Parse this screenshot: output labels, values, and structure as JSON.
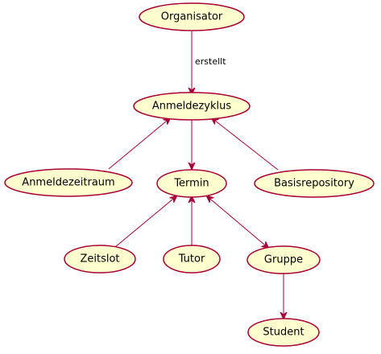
{
  "diagram": {
    "nodes": {
      "organisator": "Organisator",
      "anmeldezyklus": "Anmeldezyklus",
      "anmeldezeitraum": "Anmeldezeitraum",
      "termin": "Termin",
      "basisrepository": "Basisrepository",
      "zeitslot": "Zeitslot",
      "tutor": "Tutor",
      "gruppe": "Gruppe",
      "student": "Student"
    },
    "edges": [
      {
        "from": "organisator",
        "to": "anmeldezyklus",
        "label": "erstellt",
        "arrow": "end"
      },
      {
        "from": "anmeldezyklus",
        "to": "anmeldezeitraum",
        "label": "",
        "arrow": "start"
      },
      {
        "from": "anmeldezyklus",
        "to": "termin",
        "label": "",
        "arrow": "end"
      },
      {
        "from": "anmeldezyklus",
        "to": "basisrepository",
        "label": "",
        "arrow": "start"
      },
      {
        "from": "termin",
        "to": "zeitslot",
        "label": "",
        "arrow": "start"
      },
      {
        "from": "termin",
        "to": "tutor",
        "label": "",
        "arrow": "start"
      },
      {
        "from": "termin",
        "to": "gruppe",
        "label": "",
        "arrow": "both"
      },
      {
        "from": "gruppe",
        "to": "student",
        "label": "",
        "arrow": "end"
      }
    ],
    "colors": {
      "node_fill": "#FEFECE",
      "node_border": "#A80036",
      "edge": "#A80036",
      "text": "#000000"
    }
  }
}
